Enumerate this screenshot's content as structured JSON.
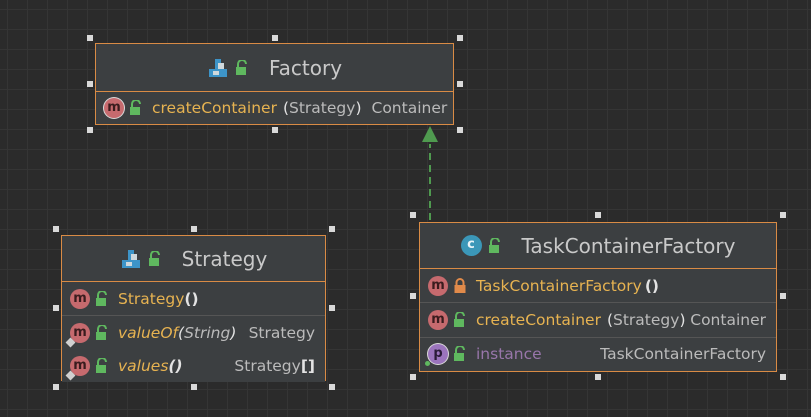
{
  "colors": {
    "background": "#2b2b2b",
    "node_fill": "#3c3f41",
    "node_border": "#d98b45",
    "method_name": "#e7b351",
    "field_name": "#9876aa",
    "edge": "#4f9a4f"
  },
  "nodes": {
    "factory": {
      "kind_icon": "interface-icon",
      "visibility_icon": "public-unlock-icon",
      "title": "Factory",
      "members": [
        {
          "badge": "m",
          "name": "createContainer",
          "params_open": "(",
          "params_text": "Strategy",
          "params_close": ")",
          "type": "Container"
        }
      ]
    },
    "strategy": {
      "kind_icon": "enum-icon",
      "visibility_icon": "public-unlock-icon",
      "title": "Strategy",
      "constructor": {
        "badge": "m",
        "name": "Strategy",
        "params": "()"
      },
      "methods": [
        {
          "badge": "m",
          "name": "valueOf",
          "params_open": "(",
          "params_text": "String",
          "params_close": ")",
          "type": "Strategy"
        },
        {
          "badge": "m",
          "name": "values",
          "params": "()",
          "type_base": "Strategy",
          "type_suffix": "[]"
        }
      ]
    },
    "task_container_factory": {
      "kind_icon": "class-icon",
      "kind_badge": "c",
      "title": "TaskContainerFactory",
      "constructor": {
        "badge": "m",
        "name": "TaskContainerFactory",
        "params": "()"
      },
      "methods": [
        {
          "badge": "m",
          "name": "createContainer",
          "params_open": "(",
          "params_text": "Strategy",
          "params_close": ")",
          "type": "Container"
        }
      ],
      "properties": [
        {
          "badge": "p",
          "name": "instance",
          "type": "TaskContainerFactory"
        }
      ]
    }
  },
  "edges": [
    {
      "from": "TaskContainerFactory",
      "to": "Factory",
      "kind": "implements",
      "style": "dashed"
    }
  ]
}
